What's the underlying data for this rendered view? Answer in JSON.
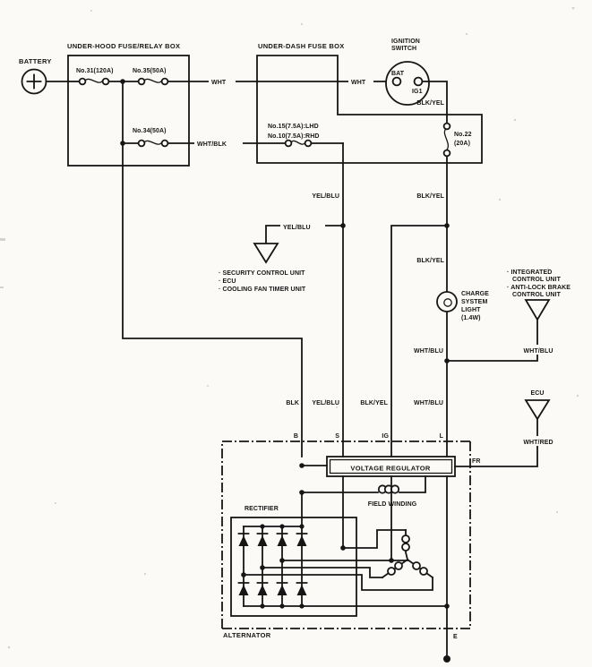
{
  "colors": {
    "ink": "#161616",
    "paper": "#fbfaf7"
  },
  "battery": {
    "label": "BATTERY"
  },
  "underhood_box": {
    "title": "UNDER-HOOD FUSE/RELAY BOX",
    "fuse31": "No.31(120A)",
    "fuse35": "No.35(50A)",
    "fuse34": "No.34(50A)"
  },
  "underdash_box": {
    "title": "UNDER-DASH FUSE BOX",
    "fuse_lhd": "No.15(7.5A):LHD",
    "fuse_rhd": "No.10(7.5A):RHD",
    "fuse22_name": "No.22",
    "fuse22_rating": "(20A)"
  },
  "ignition_switch": {
    "title_line1": "IGNITION",
    "title_line2": "SWITCH",
    "terminal_bat": "BAT",
    "terminal_ig1": "IG1"
  },
  "wire_labels": {
    "wht_1": "WHT",
    "wht_2": "WHT",
    "wht_blk": "WHT/BLK",
    "blk_yel_1": "BLK/YEL",
    "blk_yel_2": "BLK/YEL",
    "blk_yel_3": "BLK/YEL",
    "blk_yel_term": "BLK/YEL",
    "yel_blu_main": "YEL/BLU",
    "yel_blu_branch": "YEL/BLU",
    "yel_blu_term": "YEL/BLU",
    "wht_blu_lamp": "WHT/BLU",
    "wht_blu_icu": "WHT/BLU",
    "wht_blu_term": "WHT/BLU",
    "wht_red": "WHT/RED",
    "blk_term": "BLK"
  },
  "branch_units": {
    "items": [
      "· SECURITY CONTROL UNIT",
      "· ECU",
      "· COOLING FAN TIMER UNIT"
    ]
  },
  "charge_light": {
    "line1": "CHARGE",
    "line2": "SYSTEM",
    "line3": "LIGHT",
    "line4": "(1.4W)"
  },
  "right_units": {
    "lines": [
      "· INTEGRATED",
      "CONTROL UNIT",
      "· ANTI-LOCK BRAKE",
      "CONTROL UNIT"
    ],
    "ecu": "ECU"
  },
  "alternator": {
    "label": "ALTERNATOR",
    "rectifier_label": "RECTIFIER",
    "field_winding_label": "FIELD WINDING",
    "regulator_label": "VOLTAGE REGULATOR",
    "terminal_b": "B",
    "terminal_s": "S",
    "terminal_ig": "IG",
    "terminal_l": "L",
    "terminal_fr": "FR",
    "terminal_e": "E"
  }
}
